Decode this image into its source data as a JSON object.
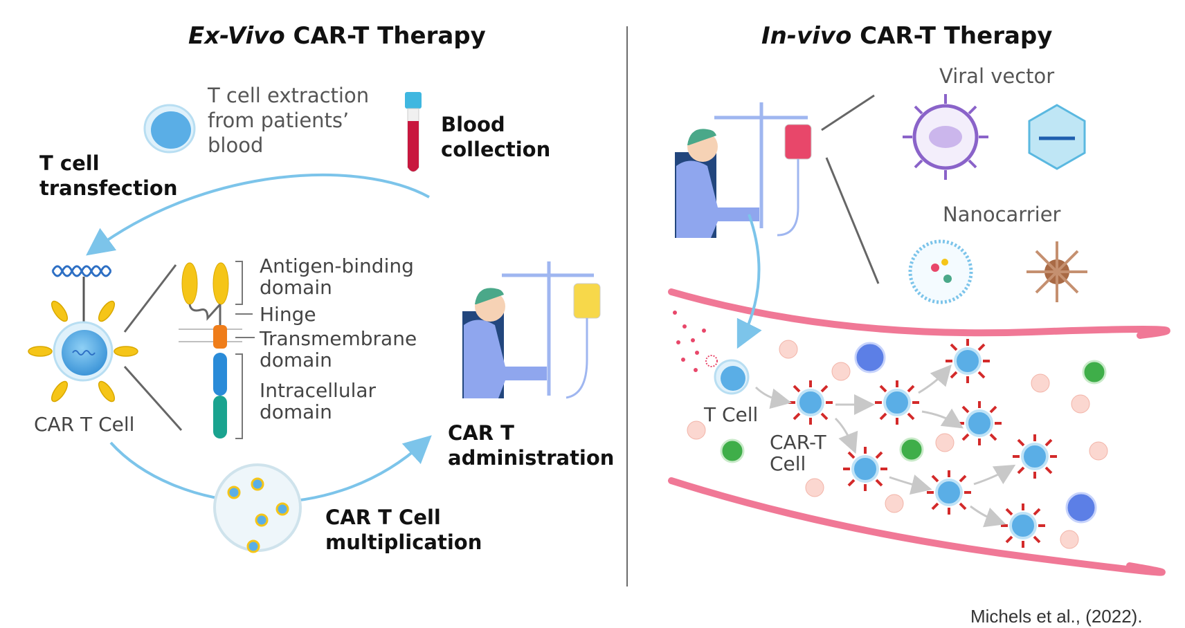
{
  "left_panel": {
    "title_italic": "Ex-Vivo",
    "title_rest": " CAR-T Therapy",
    "extraction_note": "T cell extraction\nfrom patients’\nblood",
    "blood_collection": "Blood\ncollection",
    "transfection": "T cell\ntransfection",
    "car_t_cell_label": "CAR T Cell",
    "car_domains": {
      "antigen_binding": "Antigen-binding\ndomain",
      "hinge": "Hinge",
      "transmembrane": "Transmembrane\ndomain",
      "intracellular": "Intracellular\ndomain"
    },
    "administration": "CAR T\nadministration",
    "multiplication": "CAR T Cell\nmultiplication"
  },
  "right_panel": {
    "title_italic": "In-vivo",
    "title_rest": " CAR-T Therapy",
    "viral_vector": "Viral vector",
    "nanocarrier": "Nanocarrier",
    "t_cell": "T Cell",
    "car_t_cell": "CAR-T\nCell"
  },
  "citation": "Michels et al., (2022).",
  "colors": {
    "arrow_blue": "#7cc4ea",
    "vessel_pink": "#f07896",
    "car_yellow": "#f5c518",
    "cell_blue": "#5aaee6",
    "iv_bag_yellow": "#f7d84a",
    "iv_bag_red": "#e8476a",
    "viral_purple": "#8a63c9"
  }
}
